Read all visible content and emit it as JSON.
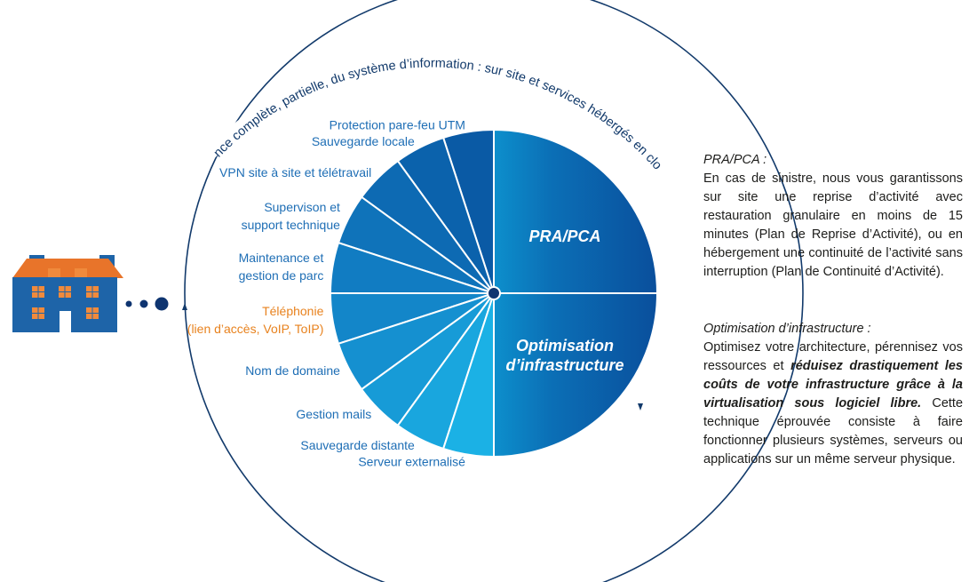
{
  "curved_caption": "Infogérance complète, partielle, du système d’information : sur site et services hébergés en cloud privé",
  "right_segments": [
    {
      "label_lines": [
        "PRA/PCA"
      ]
    },
    {
      "label_lines": [
        "Optimisation",
        "d’infrastructure"
      ]
    }
  ],
  "left_segments": [
    {
      "label_lines": [
        "Protection pare-feu UTM"
      ],
      "color": "#0a5aa5"
    },
    {
      "label_lines": [
        "Sauvegarde locale"
      ],
      "color": "#0b62ac"
    },
    {
      "label_lines": [
        "VPN site à site et télétravail"
      ],
      "color": "#0d6ab3"
    },
    {
      "label_lines": [
        "Supervison et",
        "support technique"
      ],
      "color": "#0f73ba"
    },
    {
      "label_lines": [
        "Maintenance et",
        "gestion de parc"
      ],
      "color": "#117cc2"
    },
    {
      "label_lines": [
        "Téléphonie",
        "(lien d’accès, VoIP, ToIP)"
      ],
      "color": "#1386c9",
      "highlight": true
    },
    {
      "label_lines": [
        "Nom de domaine"
      ],
      "color": "#1590d0"
    },
    {
      "label_lines": [
        "Gestion mails"
      ],
      "color": "#179bd7"
    },
    {
      "label_lines": [
        "Sauvegarde distante"
      ],
      "color": "#19a6de"
    },
    {
      "label_lines": [
        "Serveur externalisé"
      ],
      "color": "#1bb1e5"
    }
  ],
  "colors": {
    "label_blue": "#1e6eb5",
    "label_orange": "#e8821e",
    "ring": "#123a6b",
    "house_blue": "#1e64a8",
    "house_roof": "#e8742a",
    "window": "#f08a3c",
    "dots": "#0e3470"
  },
  "pra_pca": {
    "title": "PRA/PCA :",
    "body": "En cas de sinistre, nous vous garantissons sur site une reprise d’activité avec restauration granulaire en moins de 15 minutes (Plan de Reprise d’Activité), ou en hébergement une continuité de l’activité sans interruption (Plan de Continuité d’Activité)."
  },
  "optimisation": {
    "title": "Optimisation d’infrastructure :",
    "body_plain_1": "Optimisez votre architecture, pérennisez vos ressources et ",
    "body_emphasis": "réduisez drastiquement les coûts de votre infrastructure grâce à la virtualisation sous logiciel libre.",
    "body_plain_2": " Cette technique éprouvée consiste à faire fonctionner plusieurs systèmes, serveurs ou applications sur un même serveur physique."
  }
}
